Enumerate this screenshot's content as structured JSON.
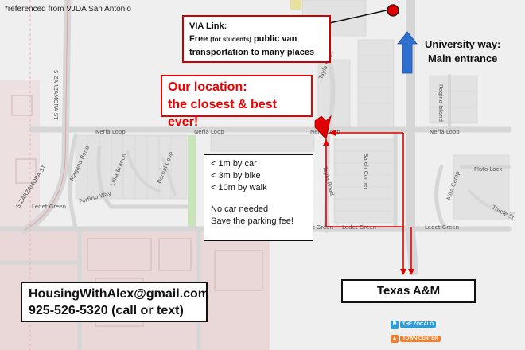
{
  "reference_note": "*referenced from VJDA San Antonio",
  "via_box": {
    "title": "VIA Link:",
    "line2_prefix": "Free ",
    "line2_small": "(for students)",
    "line2_suffix": " public van",
    "line3": "transportation to many places"
  },
  "location_box": {
    "line1": "Our location:",
    "line2": "the closest & best ever!"
  },
  "university_label": {
    "line1": "University way:",
    "line2": "Main entrance"
  },
  "times_box": {
    "car": "< 1m by car",
    "bike": "< 3m by bike",
    "walk": "< 10m by walk",
    "no_car": "No car needed",
    "parking": "Save the parking fee!"
  },
  "contact_box": {
    "email": "HousingWithAlex@gmail.com",
    "phone": "925-526-5320 (call or text)"
  },
  "tamu_label": "Texas A&M",
  "streets": {
    "s_zarzamora_st_1": "S ZARZAMORA ST",
    "s_zarzamora_st_2": "S ZARZAMORA ST",
    "neria_loop_1": "Neria Loop",
    "neria_loop_2": "Neria Loop",
    "neria_loop_3": "Neria Loop",
    "neria_loop_4": "Neria Loop",
    "ledet_green_1": "Ledet Green",
    "ledet_green_2": "Ledet Green",
    "ledet_green_3": "Ledet Green",
    "ledet_green_4": "Ledet Green",
    "tayla_road_1": "Tayla Road",
    "tayla_road_2": "Tayla Road",
    "saleh_corner": "Saleh Corner",
    "regina_island": "Regina Island",
    "flato_lock": "Flato Lock",
    "mira_camp": "Mira Camp",
    "thiele_st": "Thiele St",
    "magana_bend": "Magana Bend",
    "lillia_branch": "Lillia Branch",
    "bernal_cove": "Bernal Cove",
    "porfirio_way": "Porfirio Way"
  },
  "poi": {
    "zocalo": "THE ZÓCALO",
    "town_center": "TOWN CENTER"
  },
  "colors": {
    "accent_red": "#e00000",
    "arrow_blue": "#2f6fd0",
    "road": "#d6d6d6",
    "block": "#e3e3e3",
    "developed_zone": "#ead8d8",
    "green_strip": "#c8e4b8",
    "zocalo_blue": "#2a9de0",
    "town_center_orange": "#f08030"
  }
}
